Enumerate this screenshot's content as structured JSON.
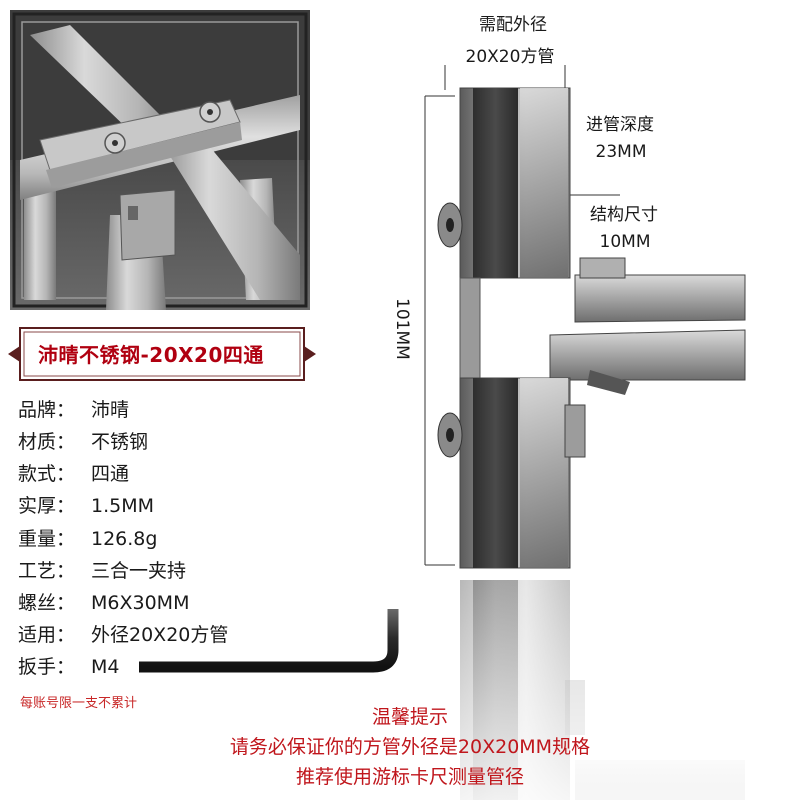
{
  "banner": {
    "title": "沛晴不锈钢-20X20四通"
  },
  "specs": [
    {
      "label": "品牌：",
      "value": "沛晴"
    },
    {
      "label": "材质：",
      "value": "不锈钢"
    },
    {
      "label": "款式：",
      "value": "四通"
    },
    {
      "label": "实厚：",
      "value": "1.5MM"
    },
    {
      "label": "重量：",
      "value": "126.8g"
    },
    {
      "label": "工艺：",
      "value": "三合一夹持"
    },
    {
      "label": "螺丝：",
      "value": "M6X30MM"
    },
    {
      "label": "适用：",
      "value": "外径20X20方管"
    },
    {
      "label": "扳手：",
      "value": "M4"
    }
  ],
  "notice": "每账号限一支不累计",
  "dimensions": {
    "outer_label": "需配外径",
    "outer_value": "20X20方管",
    "depth_label": "进管深度",
    "depth_value": "23MM",
    "struct_label": "结构尺寸",
    "struct_value": "10MM",
    "height_value": "101MM"
  },
  "tips": {
    "title": "温馨提示",
    "line1": "请务必保证你的方管外径是20X20MM规格",
    "line2": "推荐使用游标卡尺测量管径"
  },
  "colors": {
    "accent_red": "#b00010",
    "tip_red": "#c0161c",
    "banner_border": "#5a1e1e"
  },
  "icons": [
    "arrow-left-icon",
    "arrow-right-icon",
    "hex-wrench-icon"
  ]
}
